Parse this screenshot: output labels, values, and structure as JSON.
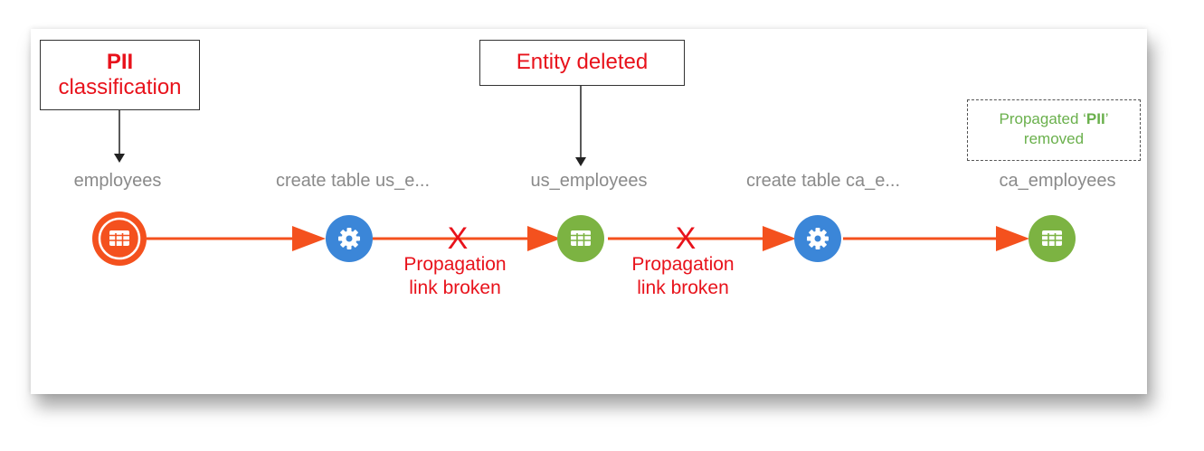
{
  "annotations": {
    "pii_box": {
      "bold": "PII",
      "text": "classification"
    },
    "deleted_box": {
      "text": "Entity deleted"
    },
    "propagated_box": {
      "pre": "Propagated ‘",
      "bold": "PII",
      "post": "’",
      "line2": "removed"
    }
  },
  "nodes": [
    {
      "label": "employees",
      "type": "table-icon",
      "state": "classified"
    },
    {
      "label": "create table us_e...",
      "type": "gear-icon",
      "state": "process"
    },
    {
      "label": "us_employees",
      "type": "table-icon",
      "state": "normal"
    },
    {
      "label": "create table ca_e...",
      "type": "gear-icon",
      "state": "process"
    },
    {
      "label": "ca_employees",
      "type": "table-icon",
      "state": "normal"
    }
  ],
  "broken_links": [
    {
      "mark": "X",
      "line1": "Propagation",
      "line2": "link broken"
    },
    {
      "mark": "X",
      "line1": "Propagation",
      "line2": "link broken"
    }
  ],
  "colors": {
    "edge": "#f4511e",
    "classified_node": "#f4511e",
    "process_node": "#3b86d8",
    "table_node": "#7cb342",
    "alert_text": "#e8121b",
    "removed_text": "#6ab04c",
    "label_text": "#8a8a8a"
  }
}
